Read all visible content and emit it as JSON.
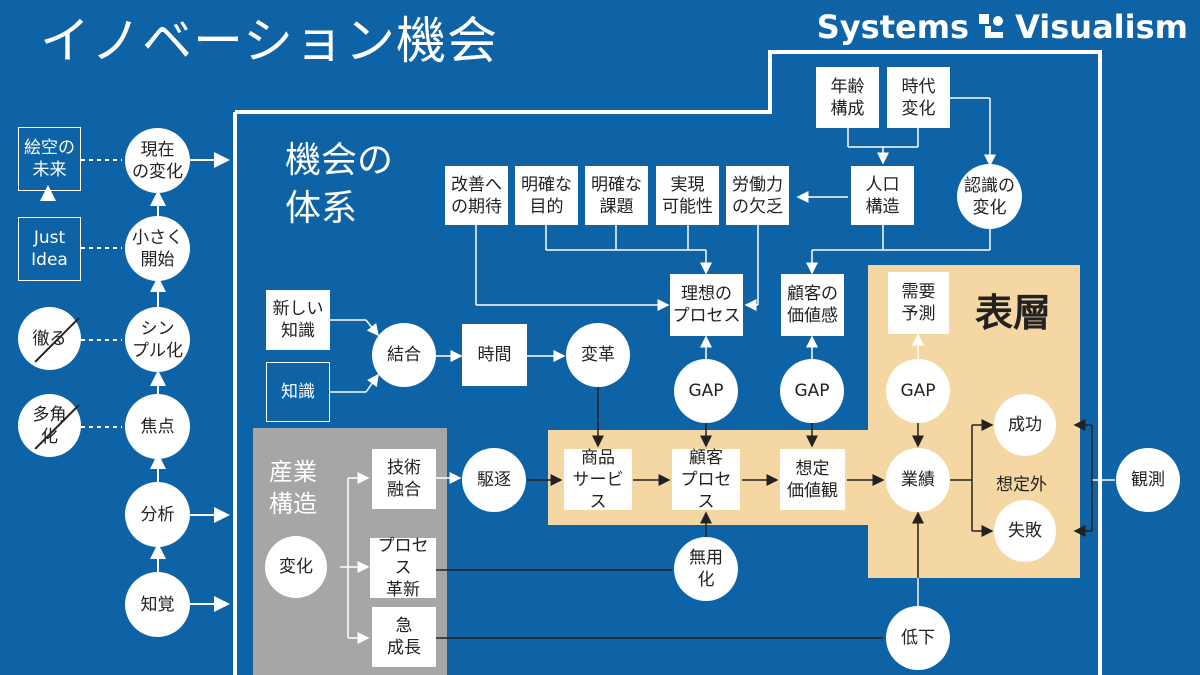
{
  "title": "イノベーション機会",
  "brand": {
    "text_left": "Systems",
    "text_right": "Visualism",
    "logo": "systems-visualism-logo"
  },
  "colors": {
    "background": "#0d63a5",
    "surface_layer": "#f4d7a2",
    "industry_panel": "#a6a6a6",
    "node": "#ffffff",
    "line": "#ffffff",
    "dark_line": "#222222"
  },
  "labels": {
    "system": "機会の\n体系",
    "surface": "表層",
    "industry": "産業\n構造",
    "unexpected": "想定外"
  },
  "left_column": {
    "future_picture": "絵空の\n未来",
    "just_idea": "Just\nIdea",
    "tasks": "徹る",
    "diversify": "多角\n化",
    "current_change": "現在\nの変化",
    "start_small": "小さく\n開始",
    "simplify": "シン\nプル化",
    "focus": "焦点",
    "analysis": "分析",
    "perception": "知覚"
  },
  "system_nodes": {
    "age_structure": "年齢\n構成",
    "generation_change": "時代\n変化",
    "expected_improvement": "改善へ\nの期待",
    "clear_purpose": "明確な\n目的",
    "clear_issue": "明確な\n課題",
    "feasibility": "実現\n可能性",
    "labor_shortage": "労働力\nの欠乏",
    "population_structure": "人口\n構造",
    "perception_change": "認識の\n変化",
    "ideal_process": "理想の\nプロセス",
    "customer_values": "顧客の\n価値感",
    "demand_forecast": "需要\n予測",
    "new_knowledge": "新しい\n知識",
    "knowledge": "知識",
    "combination": "結合",
    "time": "時間",
    "change": "変革",
    "gap_1": "GAP",
    "gap_2": "GAP",
    "gap_3": "GAP",
    "technology_fusion": "技術\n融合",
    "pursuit": "駆逐",
    "products_services": "商品\nサービス",
    "customer_process": "顧客\nプロセス",
    "expected_values": "想定\n価値観",
    "performance": "業績",
    "success": "成功",
    "failure": "失敗",
    "observation": "観測",
    "industry_change": "変化",
    "process_innovation": "プロセス\n革新",
    "uselessness": "無用\n化",
    "rapid_growth": "急\n成長",
    "decline": "低下"
  }
}
